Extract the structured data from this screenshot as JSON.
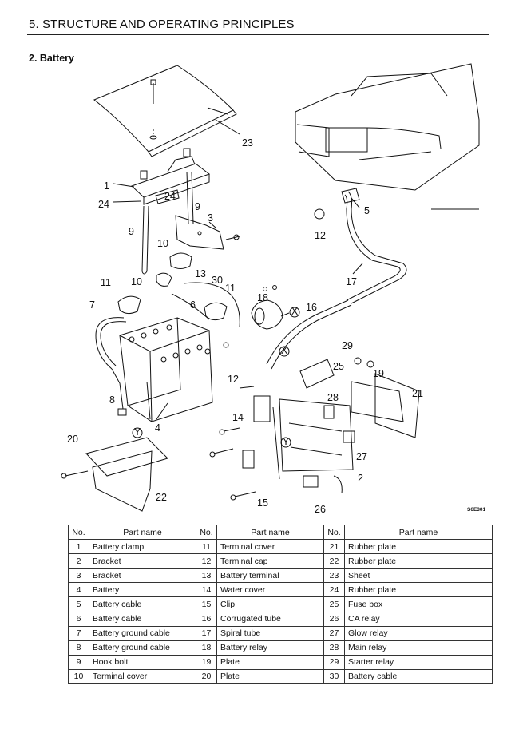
{
  "header": {
    "chapter_title": "5. STRUCTURE AND OPERATING PRINCIPLES",
    "section_title": "2.  Battery"
  },
  "figure": {
    "code": "S6E301",
    "callouts": [
      "23",
      "1",
      "24",
      "24",
      "9",
      "3",
      "9",
      "5",
      "12",
      "10",
      "10",
      "13",
      "30",
      "11",
      "11",
      "6",
      "7",
      "18",
      "X",
      "16",
      "17",
      "12",
      "25",
      "19",
      "29",
      "21",
      "28",
      "8",
      "4",
      "14",
      "Y",
      "27",
      "Y",
      "20",
      "22",
      "2",
      "15",
      "26",
      "X"
    ]
  },
  "parts_table": {
    "headers": {
      "no": "No.",
      "name": "Part name"
    },
    "rows": [
      [
        {
          "no": "1",
          "name": "Battery clamp"
        },
        {
          "no": "11",
          "name": "Terminal cover"
        },
        {
          "no": "21",
          "name": "Rubber plate"
        }
      ],
      [
        {
          "no": "2",
          "name": "Bracket"
        },
        {
          "no": "12",
          "name": "Terminal cap"
        },
        {
          "no": "22",
          "name": "Rubber plate"
        }
      ],
      [
        {
          "no": "3",
          "name": "Bracket"
        },
        {
          "no": "13",
          "name": "Battery terminal"
        },
        {
          "no": "23",
          "name": "Sheet"
        }
      ],
      [
        {
          "no": "4",
          "name": "Battery"
        },
        {
          "no": "14",
          "name": "Water cover"
        },
        {
          "no": "24",
          "name": "Rubber plate"
        }
      ],
      [
        {
          "no": "5",
          "name": "Battery cable"
        },
        {
          "no": "15",
          "name": "Clip"
        },
        {
          "no": "25",
          "name": "Fuse box"
        }
      ],
      [
        {
          "no": "6",
          "name": "Battery cable"
        },
        {
          "no": "16",
          "name": "Corrugated tube"
        },
        {
          "no": "26",
          "name": "CA relay"
        }
      ],
      [
        {
          "no": "7",
          "name": "Battery ground cable"
        },
        {
          "no": "17",
          "name": "Spiral tube"
        },
        {
          "no": "27",
          "name": "Glow relay"
        }
      ],
      [
        {
          "no": "8",
          "name": "Battery ground cable"
        },
        {
          "no": "18",
          "name": "Battery relay"
        },
        {
          "no": "28",
          "name": "Main relay"
        }
      ],
      [
        {
          "no": "9",
          "name": "Hook bolt"
        },
        {
          "no": "19",
          "name": "Plate"
        },
        {
          "no": "29",
          "name": "Starter relay"
        }
      ],
      [
        {
          "no": "10",
          "name": "Terminal cover"
        },
        {
          "no": "20",
          "name": "Plate"
        },
        {
          "no": "30",
          "name": "Battery cable"
        }
      ]
    ]
  }
}
